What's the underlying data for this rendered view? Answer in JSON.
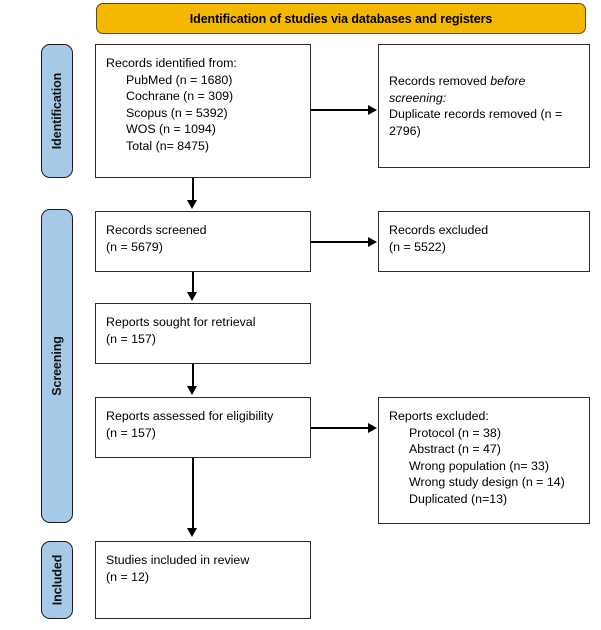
{
  "banner": {
    "title": "Identification of studies via databases and registers"
  },
  "stages": [
    {
      "label": "Identification"
    },
    {
      "label": "Screening"
    },
    {
      "label": "Included"
    }
  ],
  "nodes": {
    "identified": {
      "title": "Records identified from:",
      "items": [
        "PubMed (n = 1680)",
        "Cochrane (n = 309)",
        "Scopus (n = 5392)",
        "WOS (n = 1094)",
        "Total (n= 8475)"
      ]
    },
    "removed": {
      "line1": "Records removed ",
      "line1_italic": "before",
      "line2_italic": "screening:",
      "line3": "Duplicate records removed (n =",
      "line4": "2796)"
    },
    "screened": {
      "title": "Records screened",
      "count": "(n = 5679)"
    },
    "excluded_screening": {
      "title": "Records excluded",
      "count": "(n = 5522)"
    },
    "sought": {
      "title": "Reports sought for retrieval",
      "count": "(n = 157)"
    },
    "assessed": {
      "title": "Reports assessed for eligibility",
      "count": "(n = 157)"
    },
    "excluded_reports": {
      "title": "Reports excluded:",
      "items": [
        "Protocol (n = 38)",
        "Abstract (n = 47)",
        "Wrong population (n= 33)",
        "Wrong study design (n = 14)",
        "Duplicated (n=13)"
      ]
    },
    "included": {
      "title": "Studies included in review",
      "count": "(n = 12)"
    }
  },
  "colors": {
    "banner": "#F5B800",
    "stage": "#A6C9E8",
    "box_border": "#2b2b2b",
    "connector": "#000000"
  }
}
